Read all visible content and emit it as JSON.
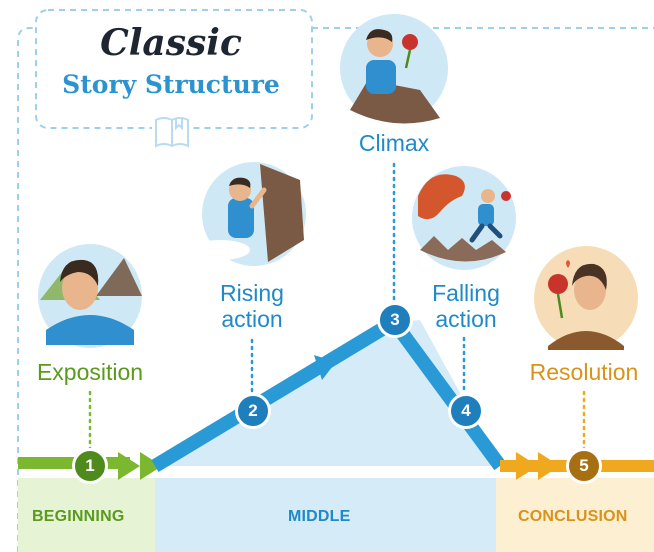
{
  "title": {
    "line1": "Classic",
    "line2": "Story Structure"
  },
  "stages": [
    {
      "number": "1",
      "label_lines": [
        "Exposition"
      ]
    },
    {
      "number": "2",
      "label_lines": [
        "Rising",
        "action"
      ]
    },
    {
      "number": "3",
      "label_lines": [
        "Climax"
      ]
    },
    {
      "number": "4",
      "label_lines": [
        "Falling",
        "action"
      ]
    },
    {
      "number": "5",
      "label_lines": [
        "Resolution"
      ]
    }
  ],
  "zones": {
    "beginning": "BEGINNING",
    "middle": "MIDDLE",
    "conclusion": "CONCLUSION"
  },
  "illustrations": [
    "young-man-portrait-icon",
    "man-climbing-cliff-icon",
    "man-on-cliff-with-rose-icon",
    "man-fleeing-dragon-icon",
    "woman-with-rose-icon",
    "book-icon"
  ],
  "colors": {
    "blue_path": "#2a9ad6",
    "blue_badge": "#1f7fbd",
    "green": "#7cb82f",
    "green_badge": "#4e8a1c",
    "orange": "#f0a91e",
    "orange_badge": "#a86f12",
    "dashed_border": "#9fd0ea",
    "middle_fill": "#d5ebf7",
    "beginning_fill": "#e6f3d4",
    "conclusion_fill": "#fcefd2"
  }
}
